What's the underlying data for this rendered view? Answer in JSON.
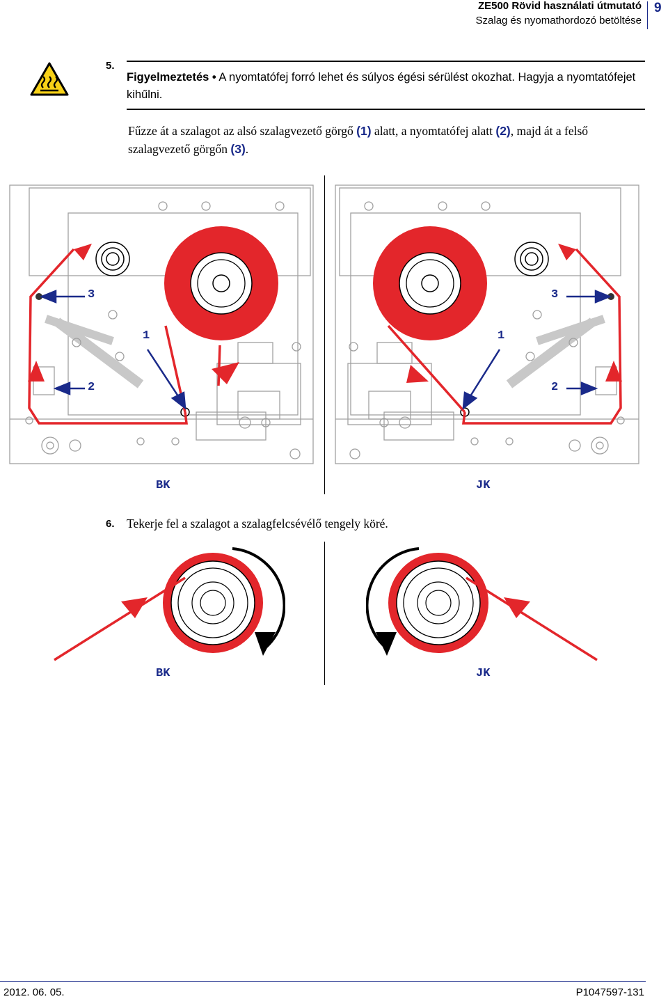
{
  "header": {
    "title": "ZE500 Rövid használati útmutató",
    "subtitle": "Szalag és nyomathordozó betöltése",
    "page_number": "9"
  },
  "step5": {
    "number": "5.",
    "warning_label": "Figyelmeztetés",
    "warning_bullet": "•",
    "warning_text": "A nyomtatófej forró lehet és súlyos égési sérülést okozhat. Hagyja a nyomtatófejet kihűlni.",
    "instruction_part1": "Fűzze át a szalagot az alsó szalagvezető görgő",
    "ref1": "(1)",
    "instruction_part2": "alatt, a nyomtatófej alatt",
    "ref2": "(2)",
    "instruction_part3": ", majd át a felső szalagvezető görgőn",
    "ref3": "(3)",
    "instruction_part4": "."
  },
  "diagram_top": {
    "callout_1": "1",
    "callout_2": "2",
    "callout_3": "3",
    "label_left": "BK",
    "label_right": "JK"
  },
  "step6": {
    "number": "6.",
    "text": "Tekerje fel a szalagot a szalagfelcsévélő tengely köré."
  },
  "diagram_bottom": {
    "label_left": "BK",
    "label_right": "JK"
  },
  "footer": {
    "date": "2012. 06. 05.",
    "doc_id": "P1047597-131"
  },
  "colors": {
    "ribbon_red": "#e3262b",
    "callout_blue": "#1a2a8a",
    "mechanism_gray": "#9a9a9a"
  }
}
